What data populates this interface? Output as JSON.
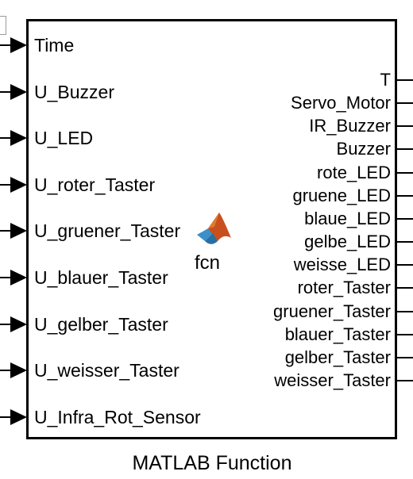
{
  "block": {
    "name": "MATLAB Function",
    "function_name": "fcn",
    "icon": "matlab-logo-icon"
  },
  "inputs": [
    "Time",
    "U_Buzzer",
    "U_LED",
    "U_roter_Taster",
    "U_gruener_Taster",
    "U_blauer_Taster",
    "U_gelber_Taster",
    "U_weisser_Taster",
    "U_Infra_Rot_Sensor"
  ],
  "outputs": [
    "T",
    "Servo_Motor",
    "IR_Buzzer",
    "Buzzer",
    "rote_LED",
    "gruene_LED",
    "blaue_LED",
    "gelbe_LED",
    "weisse_LED",
    "roter_Taster",
    "gruener_Taster",
    "blauer_Taster",
    "gelber_Taster",
    "weisser_Taster"
  ],
  "colors": {
    "border": "#000000",
    "logo_orange": "#c8501e",
    "logo_blue": "#3c8fc8"
  }
}
